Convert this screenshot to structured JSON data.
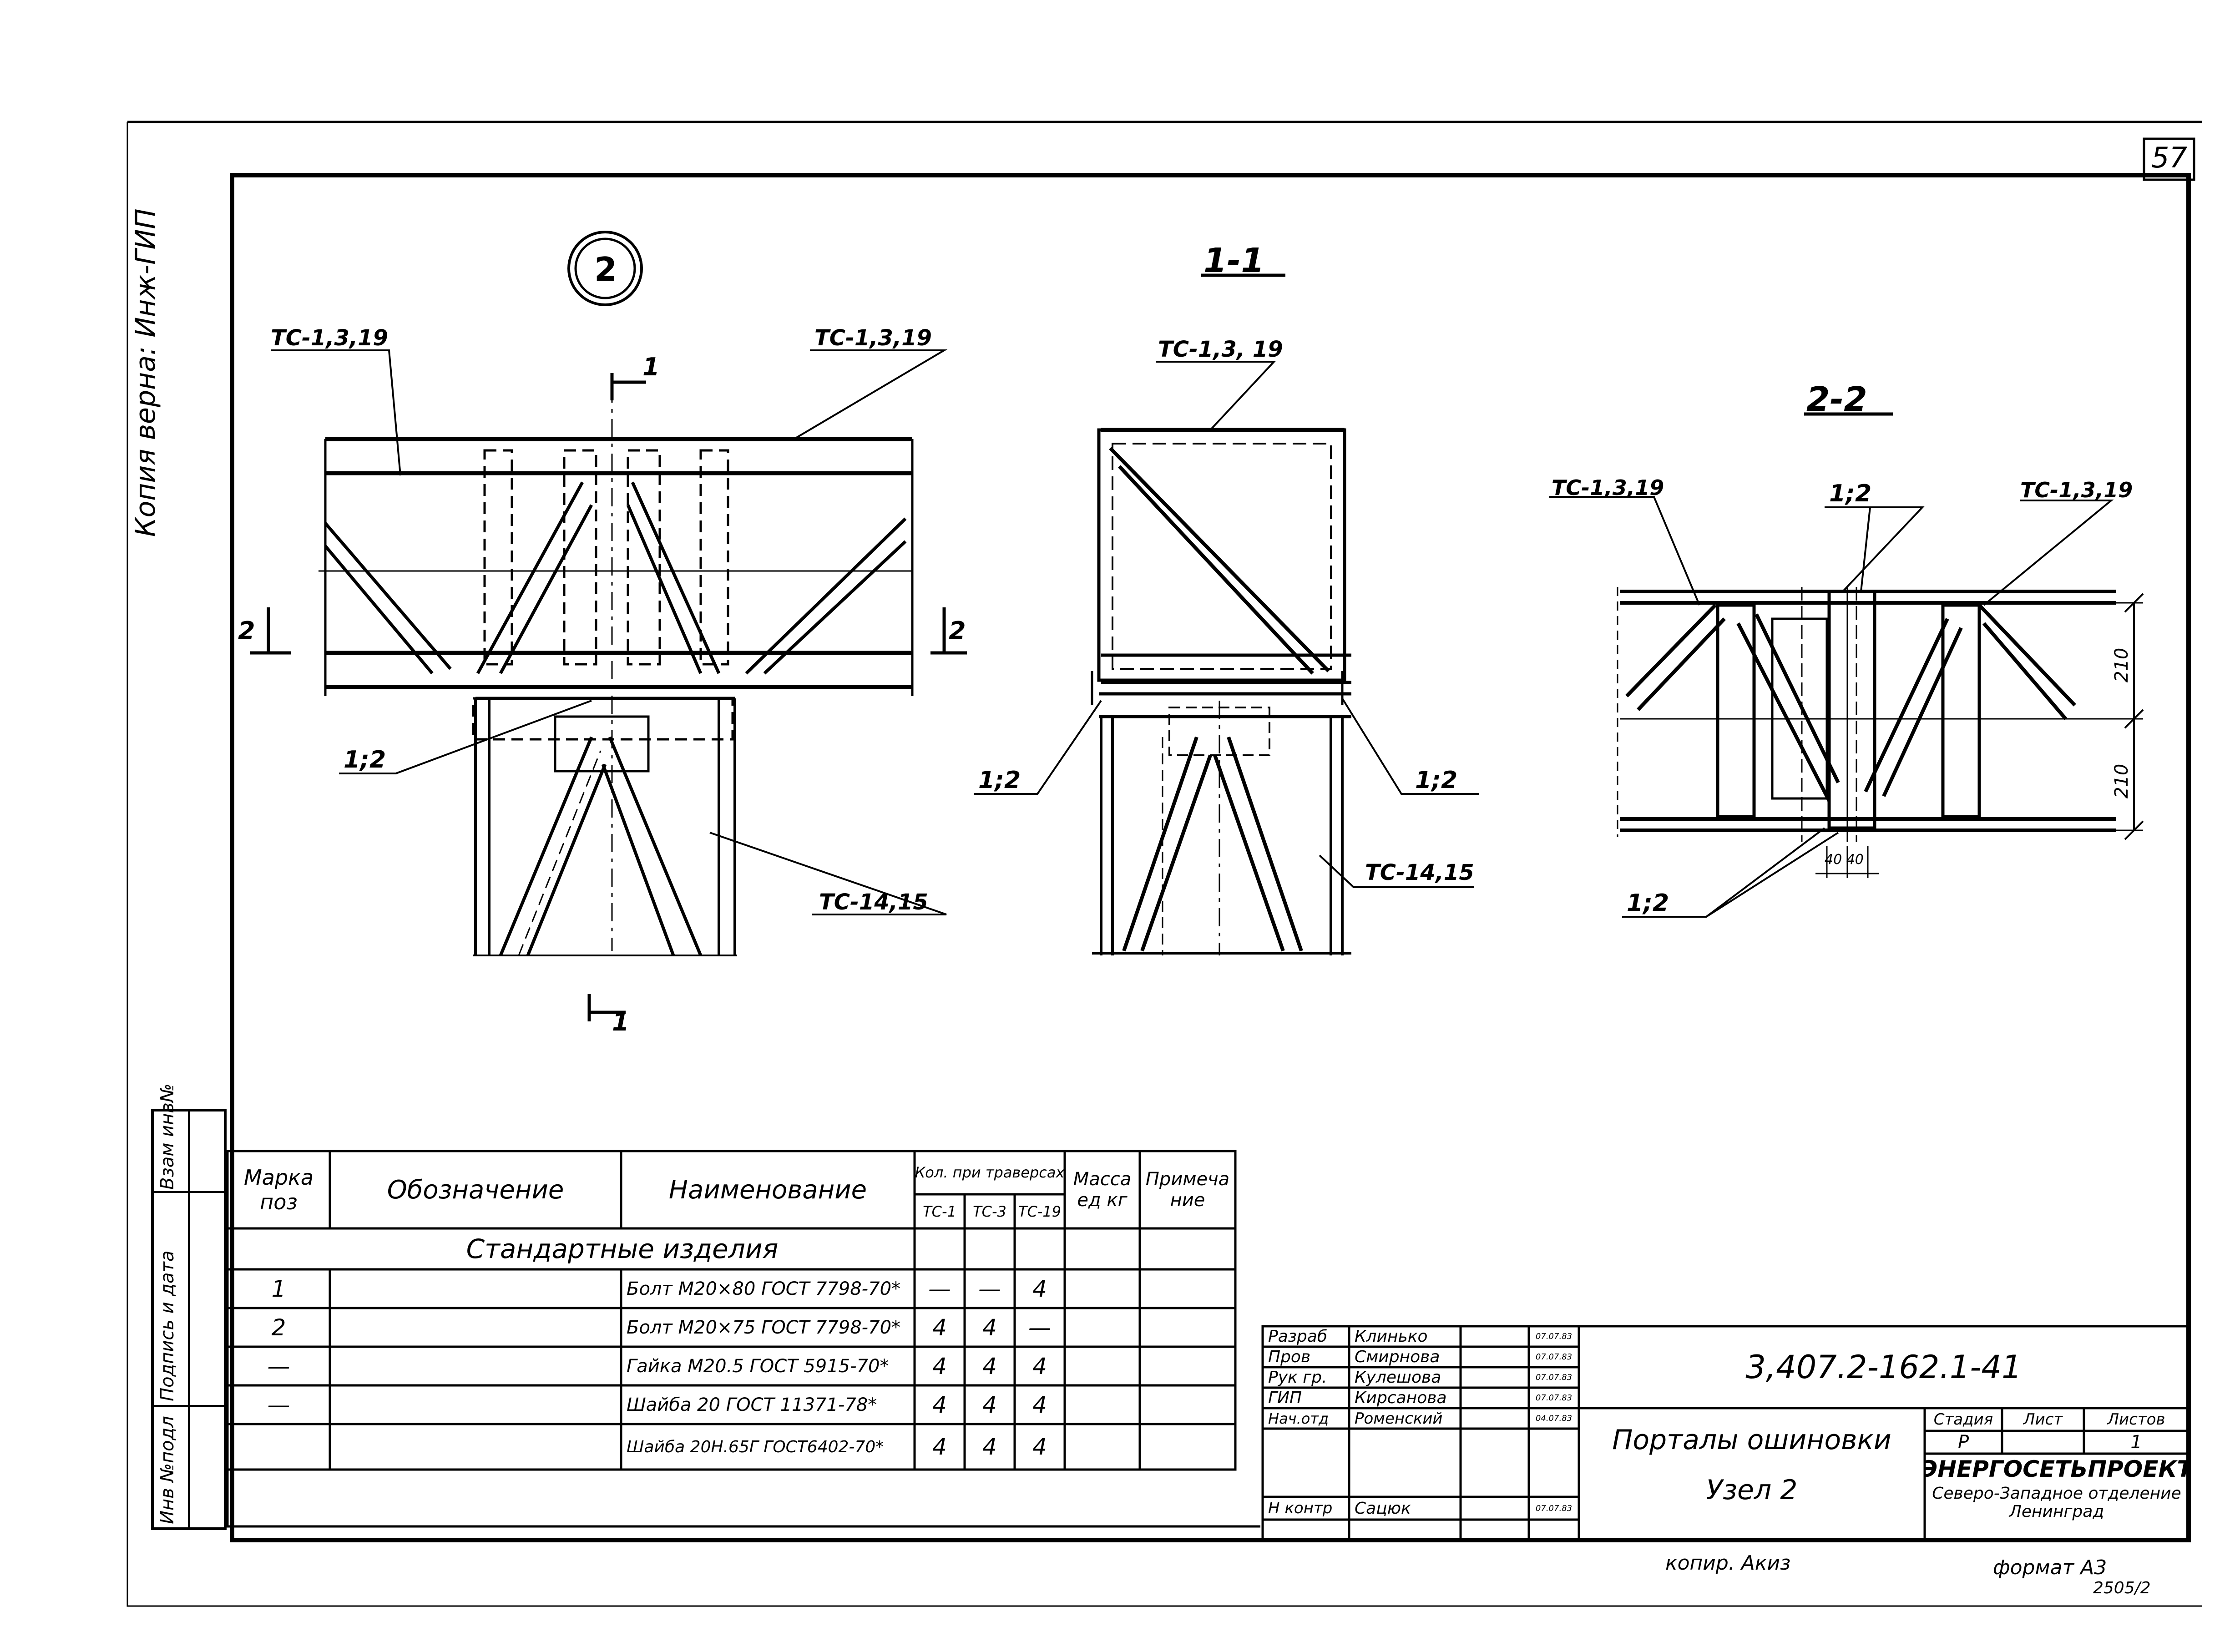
{
  "sheet_number": "57",
  "side_note": "Копия верна: Инж-ГИП",
  "node_mark": "2",
  "views": {
    "node": {
      "labels": [
        "ТС-1,3,19",
        "ТС-1,3,19",
        "ТС-14,15",
        "1;2"
      ],
      "section_mark_1": "1",
      "section_mark_2": "2"
    },
    "section_1_1": {
      "title": "1-1",
      "labels": [
        "ТС-1,3, 19",
        "1;2",
        "1;2",
        "ТС-14,15"
      ]
    },
    "section_2_2": {
      "title": "2-2",
      "labels": [
        "ТС-1,3,19",
        "1;2",
        "ТС-1,3,19",
        "1;2"
      ],
      "dims": [
        "210",
        "210",
        "40 40"
      ]
    }
  },
  "side_stamp": [
    "Инв №подл",
    "Подпись и дата",
    "Взам инв№"
  ],
  "spec_table": {
    "headers": {
      "mark": "Марка поз",
      "designation": "Обозначение",
      "name": "Наименование",
      "qty_group": "Кол. при траверсах",
      "qty_cols": [
        "ТС-1",
        "ТС-3",
        "ТС-19"
      ],
      "mass": "Масса ед кг",
      "note": "Примечание"
    },
    "section_title": "Стандартные изделия",
    "rows": [
      {
        "mark": "1",
        "name": "Болт М20×80 ГОСТ 7798-70*",
        "tc1": "—",
        "tc3": "—",
        "tc19": "4"
      },
      {
        "mark": "2",
        "name": "Болт М20×75 ГОСТ 7798-70*",
        "tc1": "4",
        "tc3": "4",
        "tc19": "—"
      },
      {
        "mark": "—",
        "name": "Гайка М20.5 ГОСТ 5915-70*",
        "tc1": "4",
        "tc3": "4",
        "tc19": "4"
      },
      {
        "mark": "—",
        "name": "Шайба 20 ГОСТ 11371-78*",
        "tc1": "4",
        "tc3": "4",
        "tc19": "4"
      },
      {
        "mark": "",
        "name": "Шайба 20Н.65Г ГОСТ6402-70*",
        "tc1": "4",
        "tc3": "4",
        "tc19": "4"
      }
    ]
  },
  "title_block": {
    "document_code": "3,407.2-162.1-41",
    "roles": [
      {
        "role": "Разраб",
        "name": "Клинько",
        "date": "07.07.83"
      },
      {
        "role": "Пров",
        "name": "Смирнова",
        "date": "07.07.83"
      },
      {
        "role": "Рук гр.",
        "name": "Кулешова",
        "date": "07.07.83"
      },
      {
        "role": "ГИП",
        "name": "Кирсанова",
        "date": "07.07.83"
      },
      {
        "role": "Нач.отд",
        "name": "Роменский",
        "date": "04.07.83"
      },
      {
        "role": "Н контр",
        "name": "Сацюк",
        "date": "07.07.83"
      }
    ],
    "title_line1": "Порталы ошиновки",
    "title_line2": "Узел 2",
    "stage_label": "Стадия",
    "sheet_label": "Лист",
    "sheets_label": "Листов",
    "stage": "Р",
    "sheet": "",
    "sheets": "1",
    "org1": "ЭНЕРГОСЕТЬПРОЕКТ",
    "org2": "Северо-Западное отделение",
    "org3": "Ленинград"
  },
  "footer": {
    "copied": "копир. Акиз",
    "format": "формат А3",
    "code": "2505/2"
  }
}
